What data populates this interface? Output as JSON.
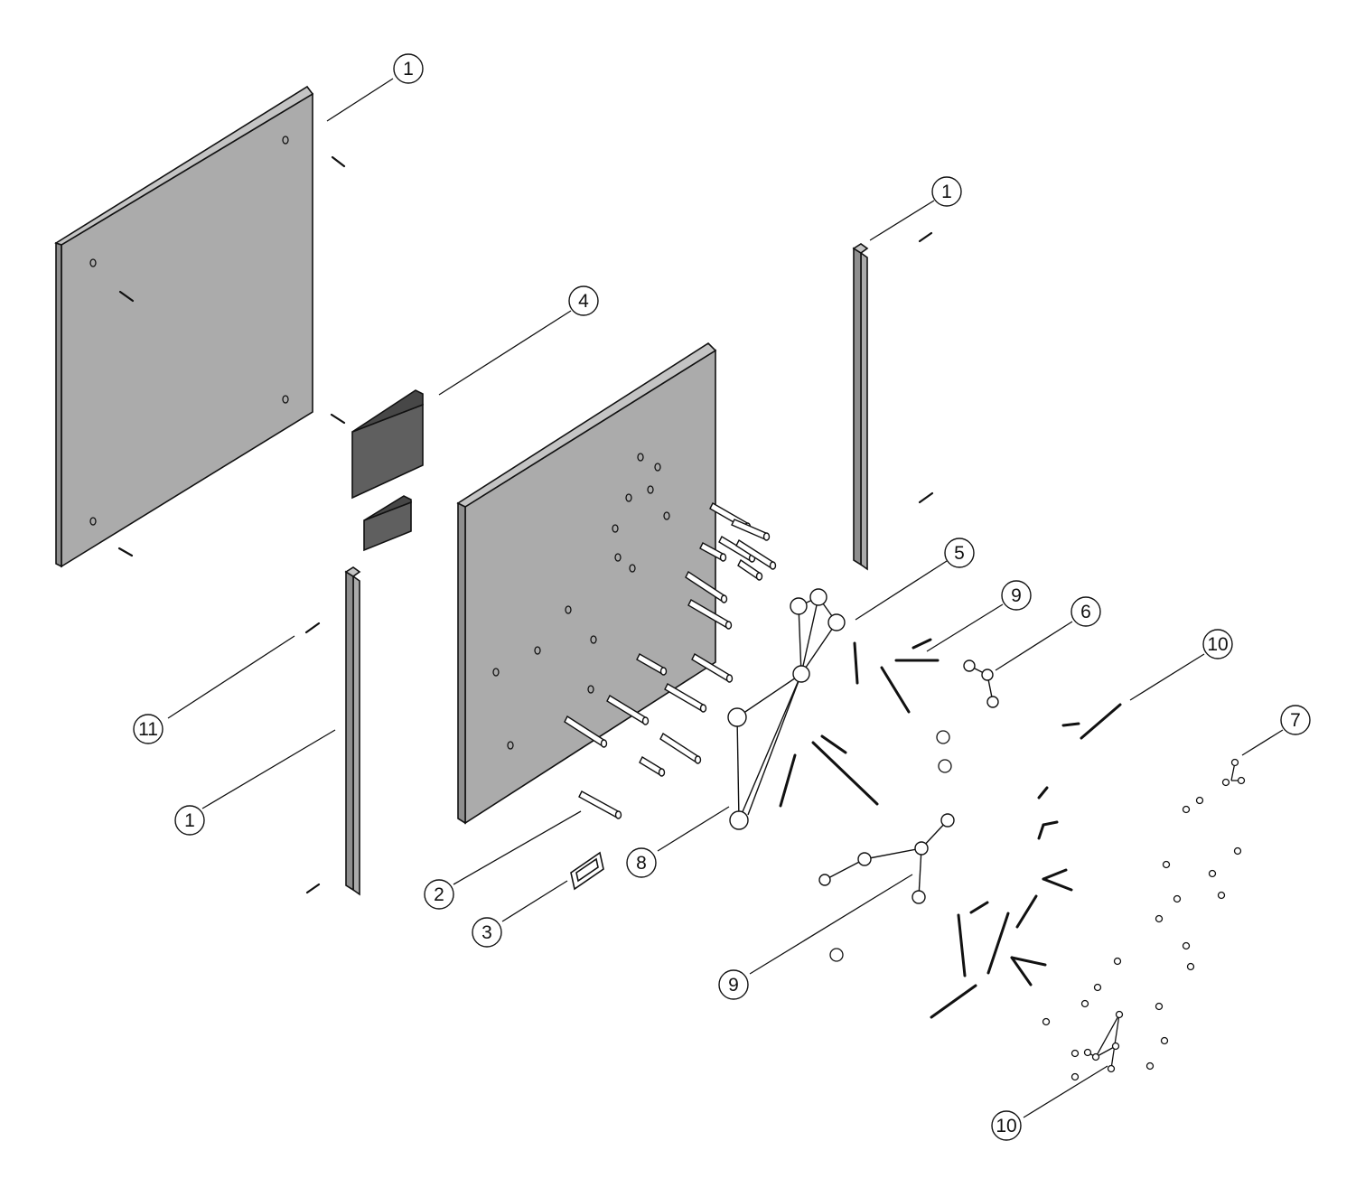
{
  "colors": {
    "panel_face": "#ababab",
    "panel_edge": "#8e8e8e",
    "panel_top": "#c4c4c4",
    "dark_block": "#5f5f5f",
    "dark_block_edge": "#474747",
    "outline": "#111111",
    "background": "#ffffff"
  },
  "callouts": [
    {
      "id": "c1a",
      "label": "1"
    },
    {
      "id": "c1b",
      "label": "1"
    },
    {
      "id": "c4",
      "label": "4"
    },
    {
      "id": "c5",
      "label": "5"
    },
    {
      "id": "c9a",
      "label": "9"
    },
    {
      "id": "c6",
      "label": "6"
    },
    {
      "id": "c10a",
      "label": "10"
    },
    {
      "id": "c7",
      "label": "7"
    },
    {
      "id": "c11",
      "label": "11"
    },
    {
      "id": "c1c",
      "label": "1"
    },
    {
      "id": "c2",
      "label": "2"
    },
    {
      "id": "c8",
      "label": "8"
    },
    {
      "id": "c3",
      "label": "3"
    },
    {
      "id": "c9b",
      "label": "9"
    },
    {
      "id": "c10b",
      "label": "10"
    }
  ]
}
